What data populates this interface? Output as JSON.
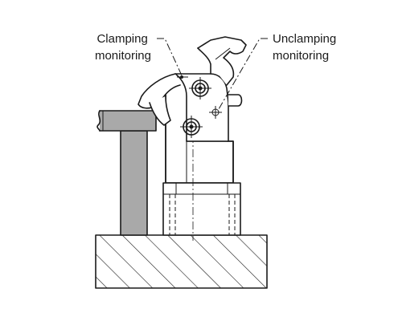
{
  "callouts": {
    "clamping": {
      "line1": "Clamping",
      "line2": "monitoring"
    },
    "unclamping": {
      "line1": "Unclamping",
      "line2": "monitoring"
    }
  },
  "colors": {
    "ink": "#1a1a1a",
    "workpiece_grey": "#a9a9a9",
    "background": "#ffffff"
  }
}
